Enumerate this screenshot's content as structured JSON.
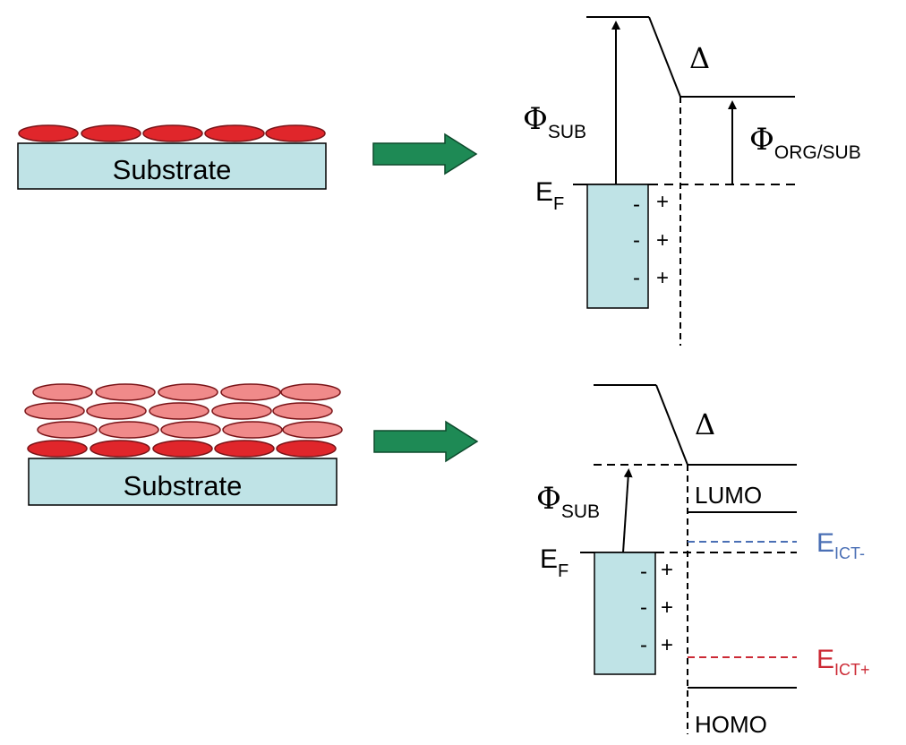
{
  "panels": [
    {
      "substrate_label": "Substrate",
      "work_function": {
        "symbol": "Φ",
        "subscript": "SUB"
      },
      "fermi": {
        "symbol": "E",
        "subscript": "F"
      },
      "dipole": "Δ",
      "org_work_function": {
        "symbol": "Φ",
        "subscript": "ORG/SUB"
      },
      "charges_left": [
        "-",
        "-",
        "-"
      ],
      "charges_right": [
        "+",
        "+",
        "+"
      ]
    },
    {
      "substrate_label": "Substrate",
      "work_function": {
        "symbol": "Φ",
        "subscript": "SUB"
      },
      "fermi": {
        "symbol": "E",
        "subscript": "F"
      },
      "dipole": "Δ",
      "lumo": "LUMO",
      "homo": "HOMO",
      "ict_minus": {
        "symbol": "E",
        "subscript": "ICT-",
        "color": "#4a6fb5"
      },
      "ict_plus": {
        "symbol": "E",
        "subscript": "ICT+",
        "color": "#cc2a35"
      },
      "charges_left": [
        "-",
        "-",
        "-"
      ],
      "charges_right": [
        "+",
        "+",
        "+"
      ]
    }
  ],
  "colors": {
    "substrate_fill": "#bfe3e6",
    "molecule_dark": "#e0262b",
    "molecule_light": "#f08a8a",
    "arrow_fill": "#1e8a55"
  },
  "icons": [
    "right-arrow-icon",
    "up-arrow-icon"
  ]
}
